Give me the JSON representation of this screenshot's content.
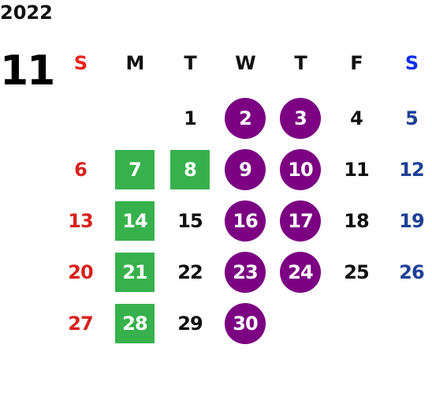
{
  "header": {
    "year": "2022",
    "month": "11"
  },
  "weekdays": [
    {
      "label": "S",
      "color": "#e8231a"
    },
    {
      "label": "M",
      "color": "#111111"
    },
    {
      "label": "T",
      "color": "#111111"
    },
    {
      "label": "W",
      "color": "#111111"
    },
    {
      "label": "T",
      "color": "#111111"
    },
    {
      "label": "F",
      "color": "#111111"
    },
    {
      "label": "S",
      "color": "#0a2ee8"
    }
  ],
  "colors": {
    "sunday": "#d8211c",
    "saturday": "#1e3f96",
    "weekday": "#111111",
    "purple_mark": "#7b0082",
    "green_mark": "#37b14c",
    "mark_text": "#ffffff"
  },
  "weeks": [
    [
      {
        "day": ""
      },
      {
        "day": ""
      },
      {
        "day": "1"
      },
      {
        "day": "2",
        "mark": "purple-circle"
      },
      {
        "day": "3",
        "mark": "purple-circle"
      },
      {
        "day": "4"
      },
      {
        "day": "5"
      }
    ],
    [
      {
        "day": "6"
      },
      {
        "day": "7",
        "mark": "green-square"
      },
      {
        "day": "8",
        "mark": "green-square"
      },
      {
        "day": "9",
        "mark": "purple-circle"
      },
      {
        "day": "10",
        "mark": "purple-circle"
      },
      {
        "day": "11"
      },
      {
        "day": "12"
      }
    ],
    [
      {
        "day": "13"
      },
      {
        "day": "14",
        "mark": "green-square"
      },
      {
        "day": "15"
      },
      {
        "day": "16",
        "mark": "purple-circle"
      },
      {
        "day": "17",
        "mark": "purple-circle"
      },
      {
        "day": "18"
      },
      {
        "day": "19"
      }
    ],
    [
      {
        "day": "20"
      },
      {
        "day": "21",
        "mark": "green-square"
      },
      {
        "day": "22"
      },
      {
        "day": "23",
        "mark": "purple-circle"
      },
      {
        "day": "24",
        "mark": "purple-circle"
      },
      {
        "day": "25"
      },
      {
        "day": "26"
      }
    ],
    [
      {
        "day": "27"
      },
      {
        "day": "28",
        "mark": "green-square"
      },
      {
        "day": "29"
      },
      {
        "day": "30",
        "mark": "purple-circle"
      },
      {
        "day": ""
      },
      {
        "day": ""
      },
      {
        "day": ""
      }
    ]
  ]
}
